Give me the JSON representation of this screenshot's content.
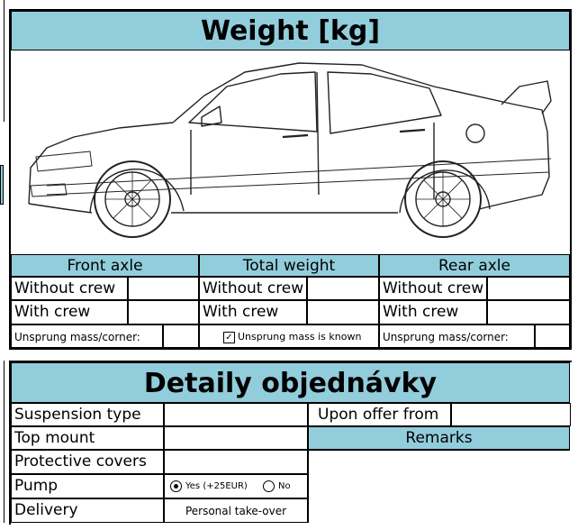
{
  "weight": {
    "title": "Weight [kg]",
    "front_axle": "Front axle",
    "total_weight": "Total weight",
    "rear_axle": "Rear axle",
    "without_crew": "Without crew",
    "with_crew": "With crew",
    "unsprung_front": "Unsprung mass/corner:",
    "unsprung_known": "Unsprung mass is known",
    "unsprung_rear": "Unsprung mass/corner:"
  },
  "order": {
    "title": "Detaily objednávky",
    "suspension_type": "Suspension type",
    "top_mount": "Top mount",
    "protective_covers": "Protective covers",
    "pump": "Pump",
    "delivery": "Delivery",
    "upon_offer_from": "Upon offer from",
    "remarks": "Remarks",
    "pump_yes": "Yes (+25EUR)",
    "pump_no": "No",
    "delivery_value": "Personal take-over"
  },
  "icons": {
    "car": "car-side-outline-icon",
    "checkbox": "checkbox-checked-icon",
    "radio_selected": "radio-selected-icon",
    "radio_empty": "radio-empty-icon"
  },
  "colors": {
    "header_blue": "#92cddc"
  }
}
